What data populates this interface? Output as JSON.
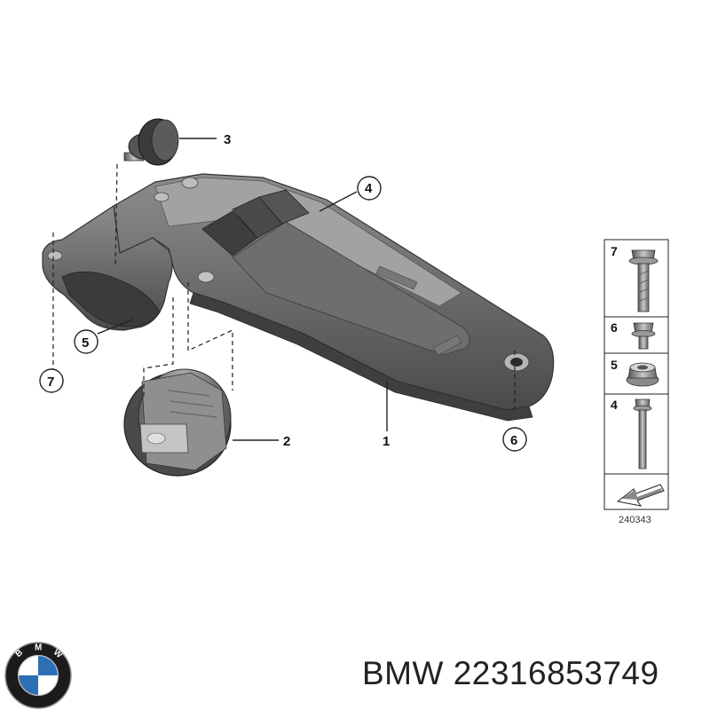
{
  "callouts": [
    {
      "num": "1"
    },
    {
      "num": "2"
    },
    {
      "num": "3"
    },
    {
      "num": "4"
    },
    {
      "num": "5"
    },
    {
      "num": "6"
    },
    {
      "num": "7"
    }
  ],
  "legend": {
    "items": [
      {
        "num": "7",
        "icon": "flange-bolt-icon"
      },
      {
        "num": "6",
        "icon": "short-bolt-icon"
      },
      {
        "num": "5",
        "icon": "hex-nut-icon"
      },
      {
        "num": "4",
        "icon": "long-bolt-icon"
      }
    ],
    "arrow_icon": "arrow-icon"
  },
  "diagram_id": "240343",
  "caption": "BMW 22316853749",
  "logo": {
    "letters": "BMW",
    "colors": {
      "blue": "#2d6fb5",
      "ring": "#1b1b1b"
    }
  }
}
